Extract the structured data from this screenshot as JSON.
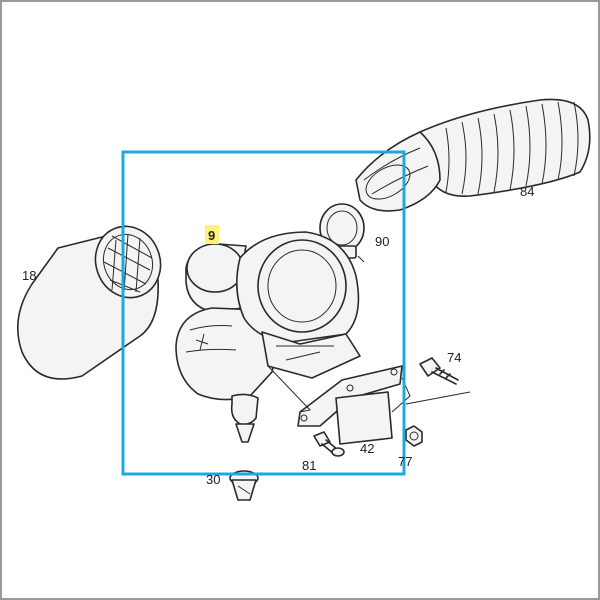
{
  "diagram": {
    "highlight_color": "#1fa8e0",
    "label_highlight_color": "#fff27a",
    "callouts": {
      "c9": "9",
      "c18": "18",
      "c84": "84",
      "c90": "90",
      "c74": "74",
      "c42": "42",
      "c81": "81",
      "c77": "77",
      "c30": "30"
    }
  }
}
